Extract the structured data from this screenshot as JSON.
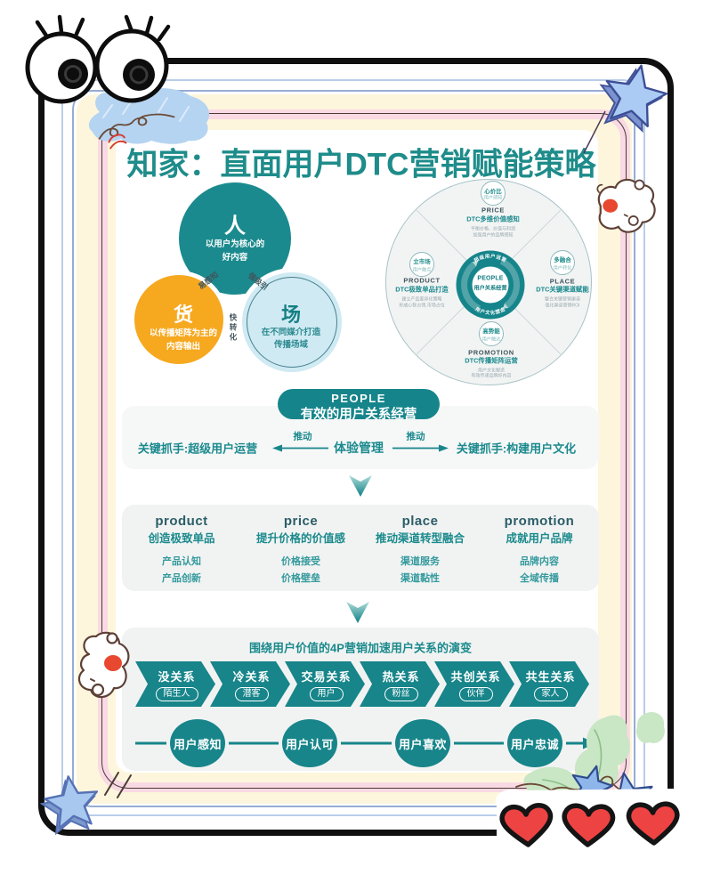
{
  "title": "知家：直面用户DTC营销赋能策略",
  "venn": {
    "people": {
      "label": "人",
      "desc1": "以用户为核心的",
      "desc2": "好内容"
    },
    "goods": {
      "label": "货",
      "desc1": "以传播矩阵为主的",
      "desc2": "内容输出"
    },
    "field": {
      "label": "场",
      "desc1": "在不同媒介打造",
      "desc2": "传播场域"
    },
    "edge_people_goods": "易感知",
    "edge_people_field": "强吸引",
    "edge_goods_field": "快转化"
  },
  "wheel": {
    "center": {
      "en": "PEOPLE",
      "zh": "用户关系经营",
      "arc_top": "超级用户运营",
      "arc_bottom": "用户文化塑造"
    },
    "quadrants": [
      {
        "badge": "心价比",
        "badge_sub": "用户感知",
        "en": "PRICE",
        "zh": "DTC多维价值感知",
        "line1": "平衡价格、价值与利润",
        "line2": "加强用户的品牌感知"
      },
      {
        "badge": "立市场",
        "badge_sub": "用户触点",
        "en": "PRODUCT",
        "zh": "DTC极致单品打造",
        "line1": "建立产品差异化策略",
        "line2": "形成心智占领,市场占位"
      },
      {
        "badge": "多融合",
        "badge_sub": "用户转化",
        "en": "PLACE",
        "zh": "DTC关键渠道赋能",
        "line1": "整合关键营销渠道",
        "line2": "强化渠道营销ROI"
      },
      {
        "badge": "高势能",
        "badge_sub": "用户触达",
        "en": "PROMOTION",
        "zh": "DTC传播矩阵运营",
        "line1": "用户文化塑造",
        "line2": "有效传递品牌好内容"
      }
    ]
  },
  "banner": {
    "en": "PEOPLE",
    "zh": "有效的用户关系经营"
  },
  "experience": {
    "left": "关键抓手:超级用户运营",
    "push_left": "推动",
    "center": "体验管理",
    "push_right": "推动",
    "right": "关键抓手:构建用户文化"
  },
  "four_p": {
    "columns": [
      {
        "en": "product",
        "zh": "创造极致单品",
        "items": [
          "产品认知",
          "产品创新"
        ]
      },
      {
        "en": "price",
        "zh": "提升价格的价值感",
        "items": [
          "价格接受",
          "价格壁垒"
        ]
      },
      {
        "en": "place",
        "zh": "推动渠道转型融合",
        "items": [
          "渠道服务",
          "渠道黏性"
        ]
      },
      {
        "en": "promotion",
        "zh": "成就用户品牌",
        "items": [
          "品牌内容",
          "全域传播"
        ]
      }
    ]
  },
  "evolution": {
    "title": "围绕用户价值的4P营销加速用户关系的演变",
    "stages": [
      {
        "label": "没关系",
        "sub": "陌生人"
      },
      {
        "label": "冷关系",
        "sub": "潜客"
      },
      {
        "label": "交易关系",
        "sub": "用户"
      },
      {
        "label": "热关系",
        "sub": "粉丝"
      },
      {
        "label": "共创关系",
        "sub": "伙伴"
      },
      {
        "label": "共生关系",
        "sub": "家人"
      }
    ],
    "steps": [
      "用户感知",
      "用户认可",
      "用户喜欢",
      "用户忠诚"
    ]
  },
  "colors": {
    "teal": "#16858b",
    "teal_text": "#1b8a8e",
    "orange": "#f6a81f",
    "pale_blue": "#cbe9f2",
    "cream": "#fcf5d9",
    "pink": "#f9d9e3",
    "heart_red": "#ee4343",
    "star_blue": "#abcbf4",
    "leaf_green": "#c9e6c5"
  }
}
